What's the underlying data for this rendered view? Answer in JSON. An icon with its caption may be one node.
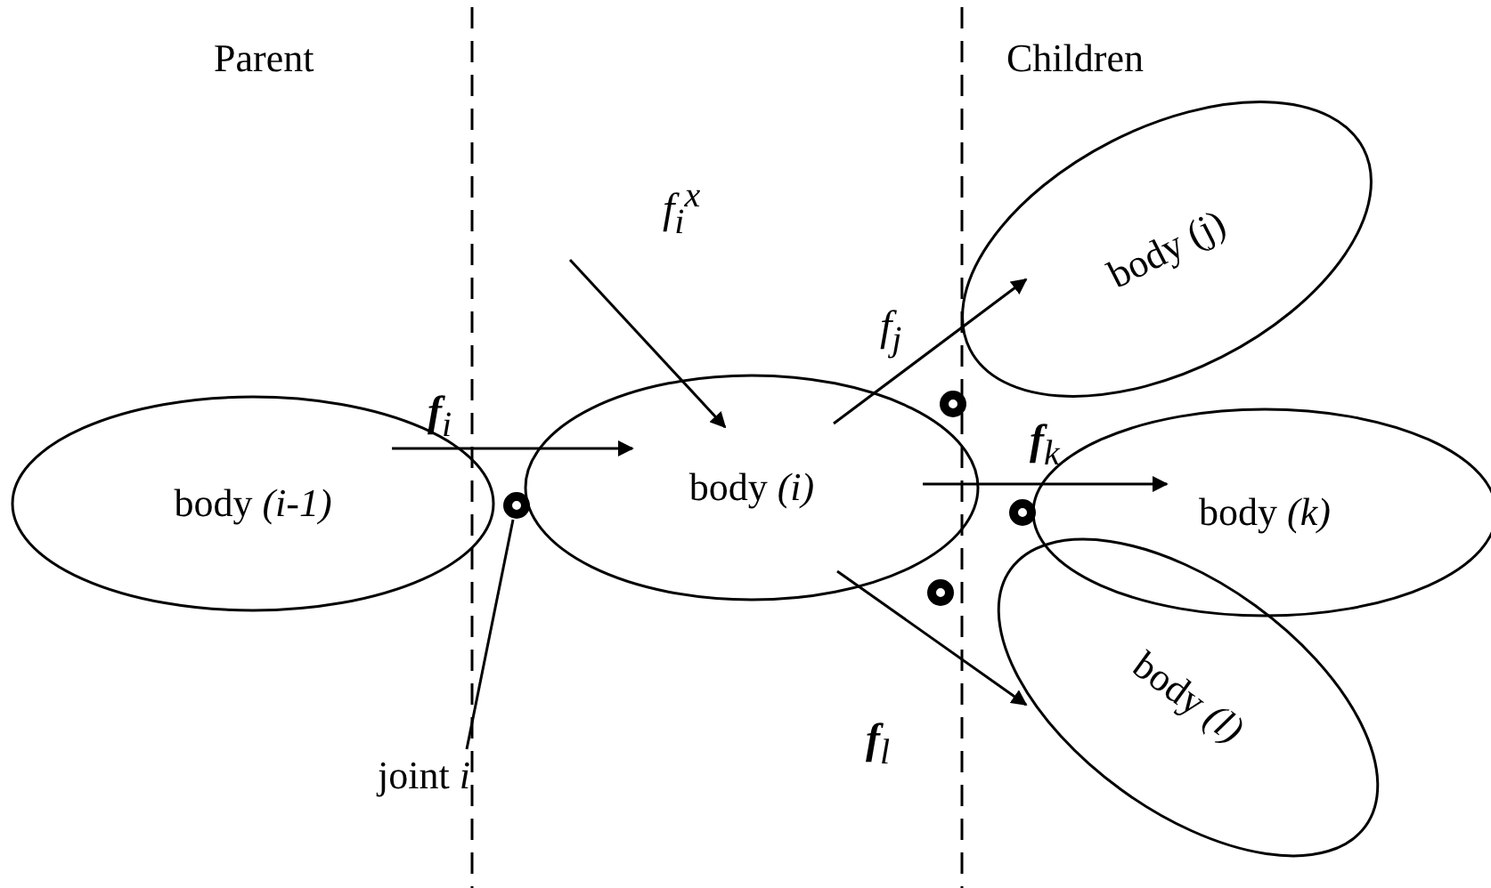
{
  "diagram": {
    "nodes": [
      {
        "text": [
          "body *(i-1)*"
        ]
      },
      {
        "text": [
          "body *(i)*"
        ]
      },
      {
        "text": [
          "body (j)"
        ]
      },
      {
        "text": [
          "body *(k)*"
        ]
      },
      {
        "text": [
          "body *(l)*"
        ]
      },
      {
        "text": [],
        "shape": "circle"
      },
      {
        "text": [],
        "shape": "circle"
      },
      {
        "text": [],
        "shape": "circle"
      },
      {
        "text": [],
        "shape": "circle"
      },
      {
        "text": [
          "joint *i*"
        ]
      }
    ],
    "edges": [
      {
        "from": 0,
        "to": 1,
        "arrow": "to",
        "label": "**f**$_{i}$"
      },
      {
        "from": null,
        "to": 1,
        "arrow": "to",
        "label": "*f*$_{i}$$^{x}$"
      },
      {
        "from": 1,
        "to": 2,
        "arrow": "to",
        "label": "f$_{j}$"
      },
      {
        "from": 1,
        "to": 3,
        "arrow": "to",
        "label": "**f**$_{k}$"
      },
      {
        "from": 1,
        "to": 4,
        "arrow": "to",
        "label": "**f**$_{l}$"
      },
      {
        "from": 9,
        "to": 5,
        "arrow": "none"
      }
    ],
    "labels": [
      "Parent",
      "Children"
    ]
  }
}
